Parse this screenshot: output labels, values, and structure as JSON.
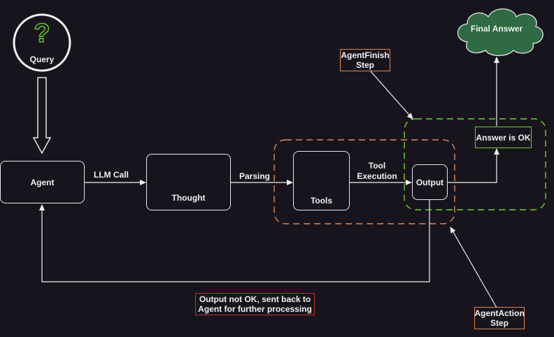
{
  "nodes": {
    "query": "Query",
    "agent": "Agent",
    "thought": "Thought",
    "tools": "Tools",
    "output": "Output",
    "answer_ok": "Answer is OK",
    "final_answer": "Final Answer"
  },
  "edge_labels": {
    "llm_call": "LLM Call",
    "parsing": "Parsing",
    "tool_execution_line1": "Tool",
    "tool_execution_line2": "Execution"
  },
  "annotations": {
    "agent_finish_line1": "AgentFinish",
    "agent_finish_line2": "Step",
    "agent_action_line1": "AgentAction",
    "agent_action_line2": "Step",
    "feedback_line1": "Output not OK, sent back to",
    "feedback_line2": "Agent for further processing"
  },
  "colors": {
    "background": "#18141d",
    "query_icon": "#5fc02a",
    "bulb": "#f2c500",
    "tools_icon": "#2a86e8",
    "orange_dashed": "#d88a5a",
    "green_dashed": "#6fcf3a",
    "cloud_fill": "#2f6a45",
    "feedback_border": "#c0302e",
    "note_border": "#d88a5a"
  }
}
